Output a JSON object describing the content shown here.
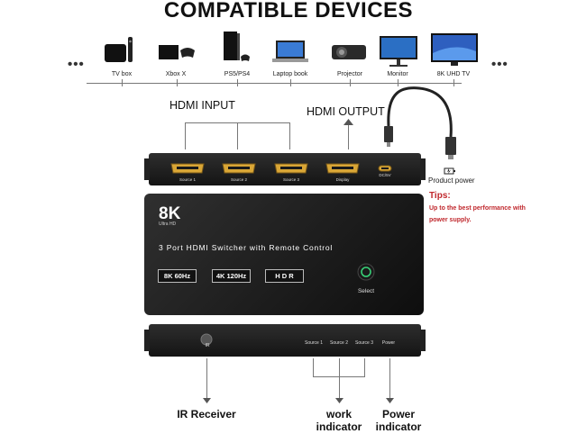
{
  "title": "COMPATIBLE DEVICES",
  "devices": [
    {
      "label": "TV box",
      "icon": "tv-box-icon"
    },
    {
      "label": "Xbox X",
      "icon": "game-console-icon"
    },
    {
      "label": "PS5/PS4",
      "icon": "playstation-icon"
    },
    {
      "label": "Laptop book",
      "icon": "laptop-icon"
    },
    {
      "label": "Projector",
      "icon": "projector-icon"
    },
    {
      "label": "Monitor",
      "icon": "monitor-icon"
    },
    {
      "label": "8K UHD TV",
      "icon": "tv-icon"
    }
  ],
  "ellipsis": "•••",
  "hdmi_input_label": "HDMI INPUT",
  "hdmi_output_label": "HDMI OUTPUT",
  "back_ports": [
    "Source 1",
    "Source 2",
    "Source 3",
    "Display",
    "DC/5V"
  ],
  "product_power": "Product power",
  "tips": {
    "title": "Tips:",
    "body": "Up to the best performance with power supply."
  },
  "top_panel": {
    "logo_big": "8K",
    "logo_small": "Ultra HD",
    "heading": "3 Port HDMI Switcher with Remote Control",
    "badges": [
      "8K 60Hz",
      "4K 120Hz",
      "H D R"
    ],
    "select_label": "Select"
  },
  "front_labels": {
    "ir": "IR",
    "indicators": [
      "Source 1",
      "Source 2",
      "Source 3"
    ],
    "power": "Power"
  },
  "bottom_labels": {
    "ir_receiver": "IR Receiver",
    "work_line1": "work",
    "work_line2": "indicator",
    "power_line1": "Power",
    "power_line2": "indicator"
  },
  "colors": {
    "tips": "#c0282d",
    "port_gold": "#d9a636",
    "panel": "#1c1c1c"
  }
}
